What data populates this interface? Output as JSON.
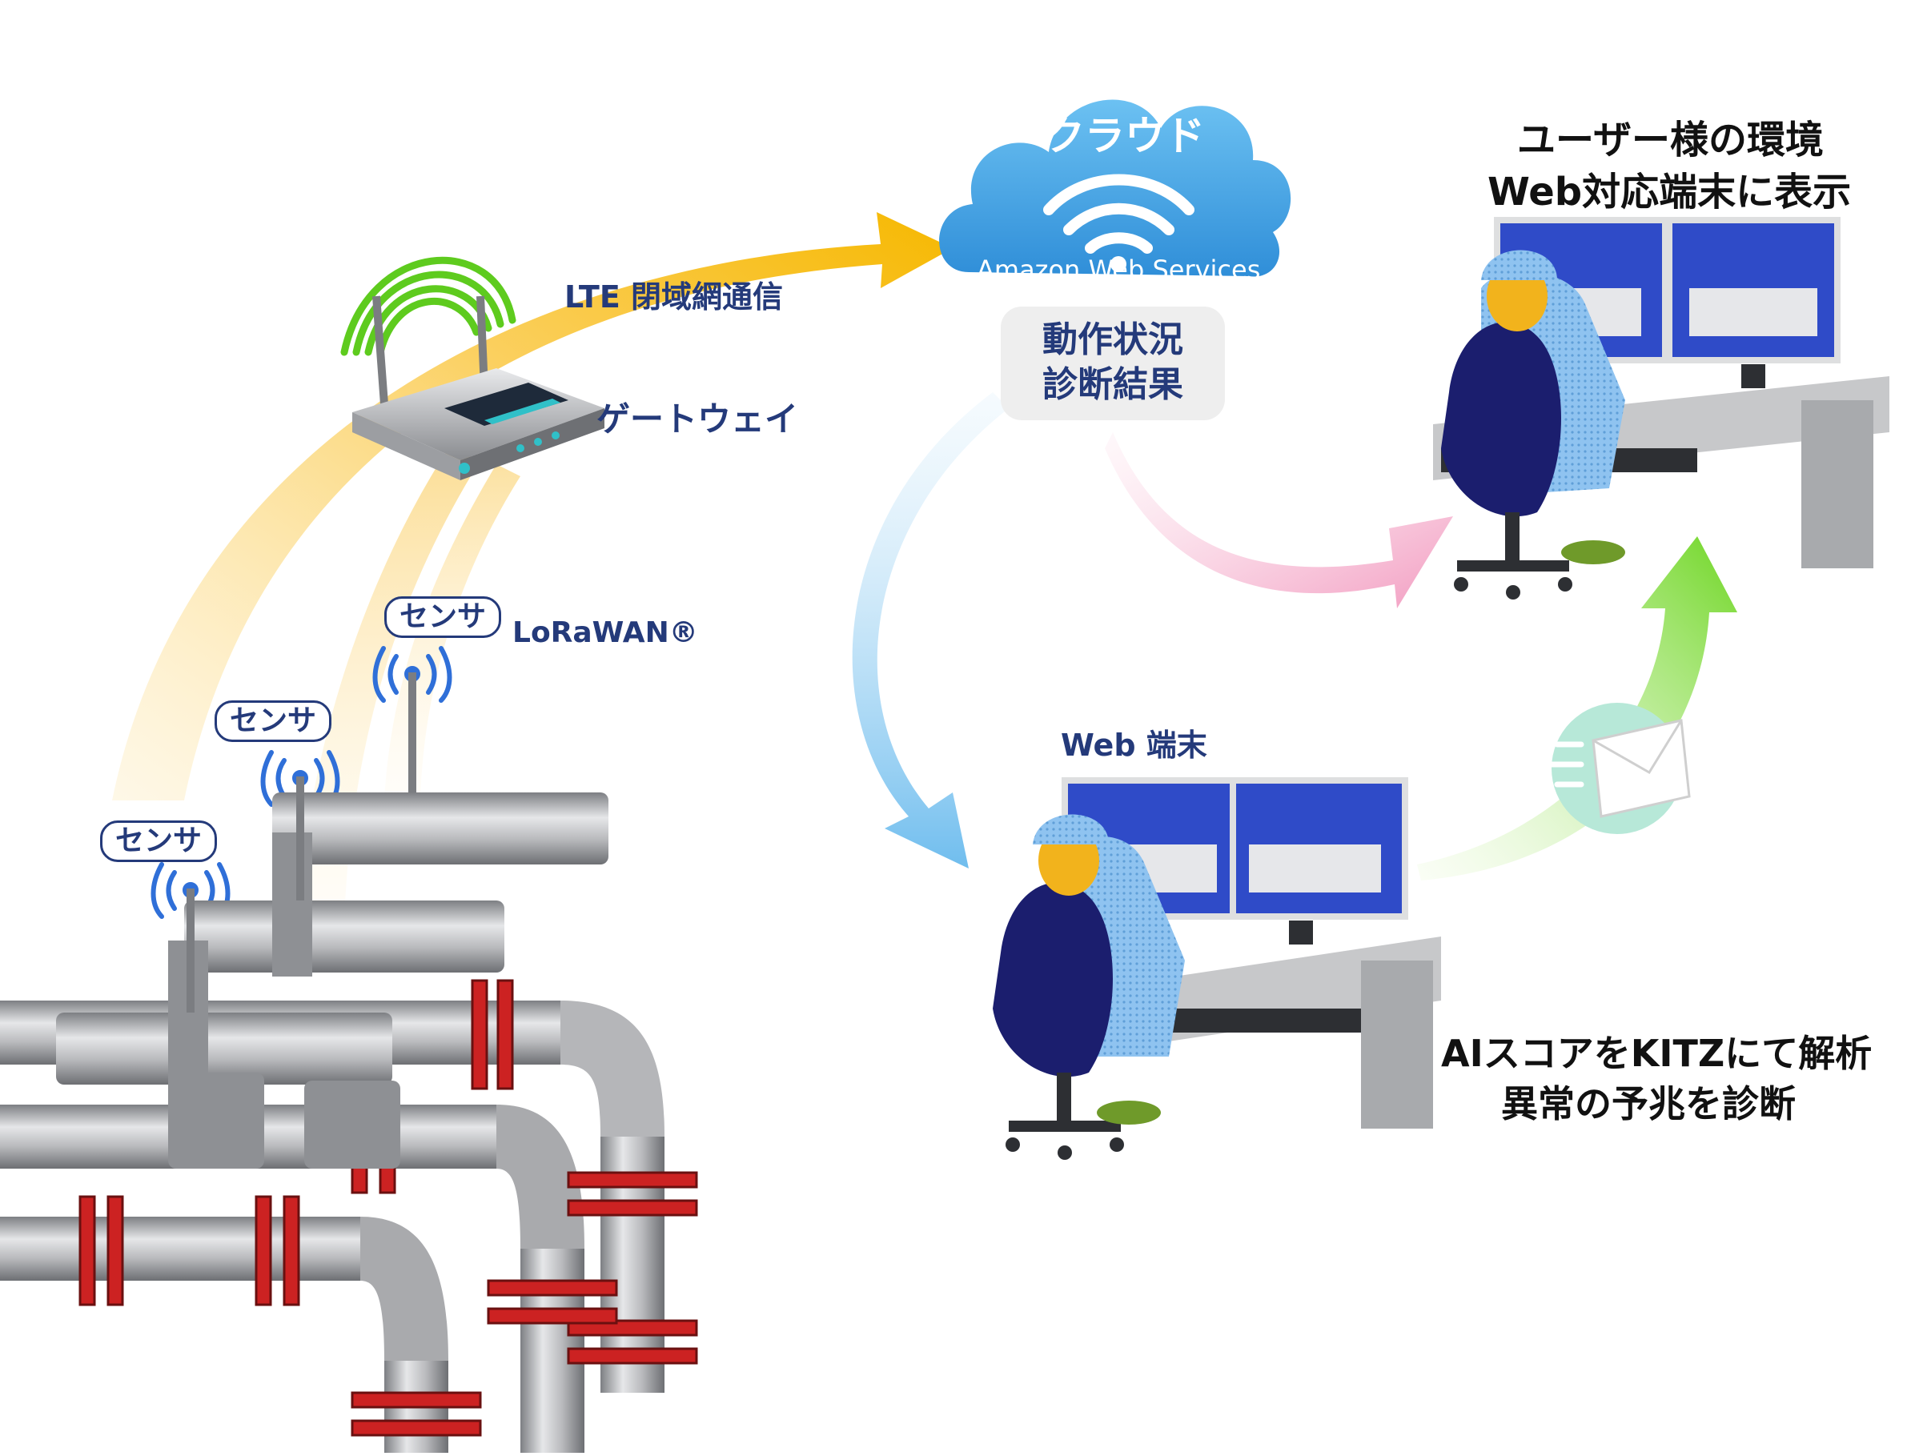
{
  "labels": {
    "cloud": "クラウド",
    "aws": "Amazon Web Services",
    "status_line1": "動作状況",
    "status_line2": "診断結果",
    "lte": "LTE 閉域網通信",
    "gateway": "ゲートウェイ",
    "lorawan": "LoRaWAN®",
    "sensor": "センサ",
    "web_terminal": "Web 端末",
    "user_env_line1": "ユーザー様の環境",
    "user_env_line2": "Web対応端末に表示",
    "ai_line1": "AIスコアをKITZにて解析",
    "ai_line2": "異常の予兆を診断"
  },
  "colors": {
    "navy": "#243a7a",
    "lte_arrow": "#f6b800",
    "cloud": "#4ba8e6",
    "pink_arrow": "#f29bc0",
    "blue_arrow": "#7cc3ef",
    "green_arrow": "#7fdd2a",
    "pipe_red": "#cc2222",
    "pipe_gray": "#a9aaad",
    "monitor_blue": "#2f4bc8"
  },
  "icons": [
    "router-icon",
    "wifi-icon",
    "mail-icon",
    "antenna-icon",
    "operator-icon",
    "pipeline-icon"
  ]
}
